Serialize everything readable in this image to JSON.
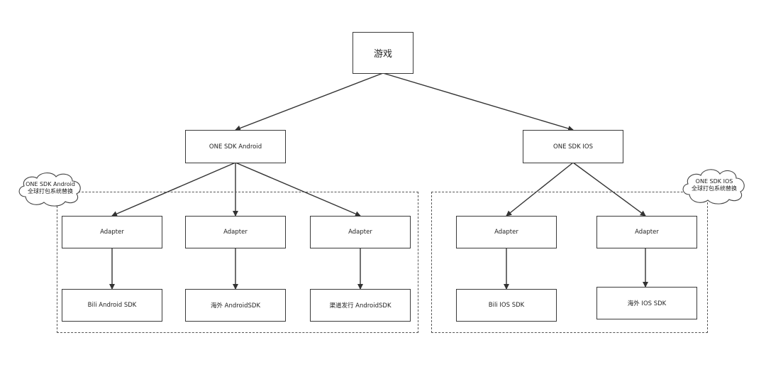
{
  "diagram": {
    "root": {
      "label": "游戏"
    },
    "platforms": {
      "android": {
        "label": "ONE SDK Android"
      },
      "ios": {
        "label": "ONE SDK  IOS"
      }
    },
    "clouds": {
      "android": {
        "line1": "ONE SDK Android",
        "line2": "全球打包系统替换"
      },
      "ios": {
        "line1": "ONE SDK IOS",
        "line2": "全球打包系统替换"
      }
    },
    "adapters": {
      "a1": {
        "label": "Adapter"
      },
      "a2": {
        "label": "Adapter"
      },
      "a3": {
        "label": "Adapter"
      },
      "i1": {
        "label": "Adapter"
      },
      "i2": {
        "label": "Adapter"
      }
    },
    "sdks": {
      "a1": {
        "label": "Bili Android SDK"
      },
      "a2": {
        "label": "海外 AndroidSDK"
      },
      "a3": {
        "label": "渠道发行 AndroidSDK"
      },
      "i1": {
        "label": "Bili IOS SDK"
      },
      "i2": {
        "label": "海外 IOS SDK"
      }
    }
  }
}
